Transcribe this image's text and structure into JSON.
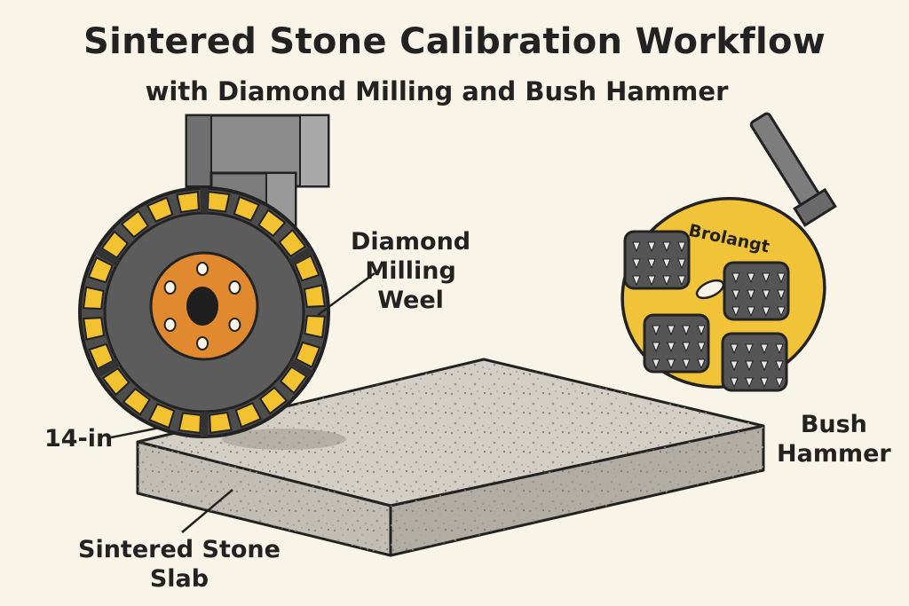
{
  "title": "Sintered Stone Calibration Workflow",
  "subtitle": "with Diamond Milling and Bush Hammer",
  "labels": {
    "wheel_line1": "Diamond",
    "wheel_line2": "Milling",
    "wheel_line3": "Weel",
    "diameter": "14-in",
    "slab_line1": "Sintered Stone",
    "slab_line2": "Slab",
    "hammer_line1": "Bush",
    "hammer_line2": "Hammer",
    "brand": "Brolangt"
  },
  "colors": {
    "background": "#f8f4e8",
    "wheel_body": "#5a5a5a",
    "diamond_segment": "#f2c230",
    "hub": "#e0892e",
    "slab_top": "#cfcbc2",
    "slab_side": "#b8b4ab",
    "hammer_plate": "#f0c338",
    "spindle": "#8a8a8a"
  }
}
